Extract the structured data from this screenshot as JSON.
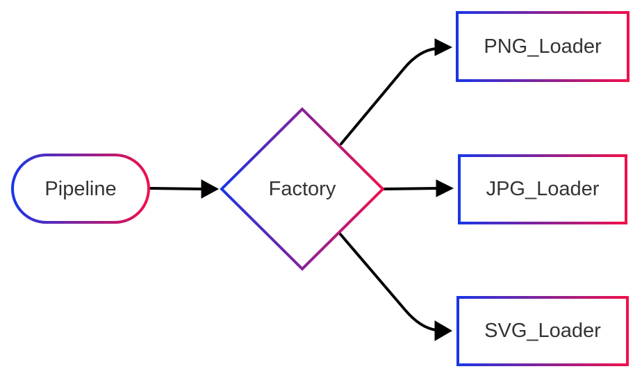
{
  "colors": {
    "gradient_start": "#1a35e6",
    "gradient_end": "#f0104a",
    "edge": "#000000",
    "text": "#333333",
    "fill": "#ffffff"
  },
  "nodes": {
    "pipeline": {
      "label": "Pipeline",
      "shape": "stadium"
    },
    "factory": {
      "label": "Factory",
      "shape": "diamond"
    },
    "png_loader": {
      "label": "PNG_Loader",
      "shape": "rectangle"
    },
    "jpg_loader": {
      "label": "JPG_Loader",
      "shape": "rectangle"
    },
    "svg_loader": {
      "label": "SVG_Loader",
      "shape": "rectangle"
    }
  },
  "edges": [
    {
      "from": "Pipeline",
      "to": "Factory"
    },
    {
      "from": "Factory",
      "to": "PNG_Loader"
    },
    {
      "from": "Factory",
      "to": "JPG_Loader"
    },
    {
      "from": "Factory",
      "to": "SVG_Loader"
    }
  ]
}
